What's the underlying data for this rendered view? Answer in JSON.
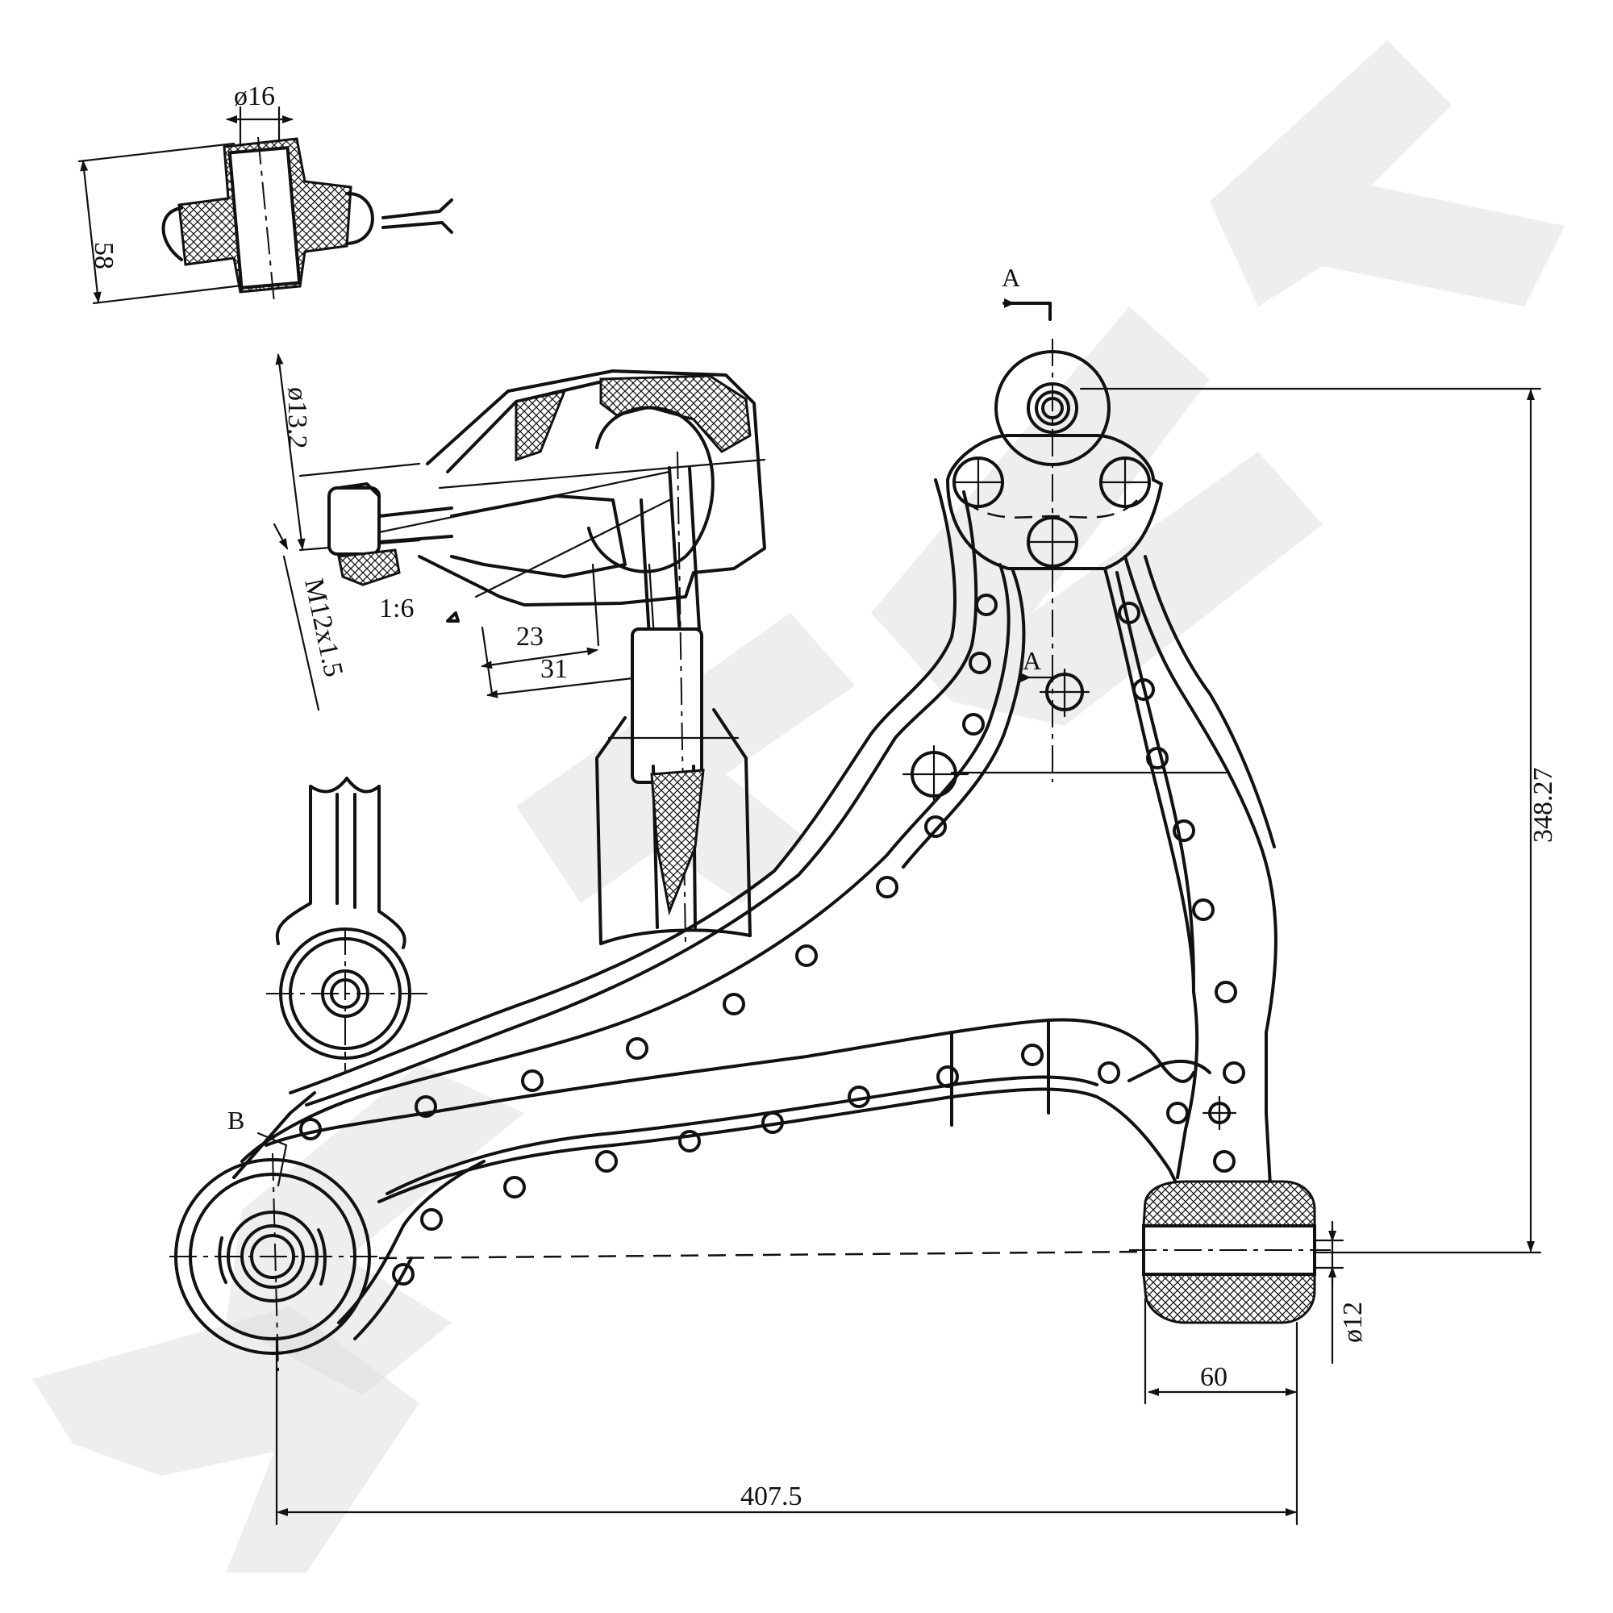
{
  "dimensions": {
    "bushing_bore": "ø16",
    "bushing_height": "58",
    "stud_diameter": "ø13.2",
    "thread": "M12x1.5",
    "taper": "1:6",
    "taper_len_a": "23",
    "taper_len_b": "31",
    "overall_height": "348.27",
    "rear_bushing_bore": "ø12",
    "rear_bushing_width": "60",
    "overall_length": "407.5"
  },
  "labels": {
    "section_a_top": "A",
    "section_a_mid": "A",
    "view_b": "B"
  }
}
